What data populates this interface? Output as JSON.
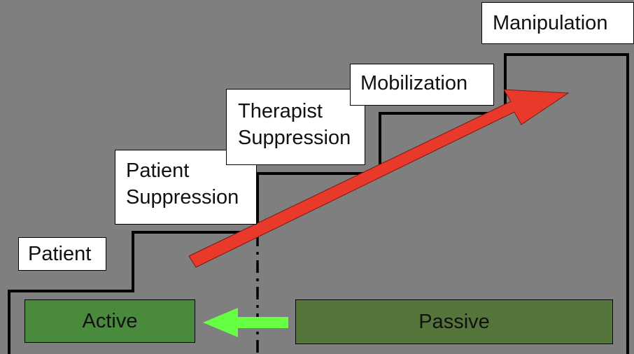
{
  "colors": {
    "background": "#7f7f7f",
    "label_fill": "#ffffff",
    "outline": "#000000",
    "active_fill": "#4a8a3c",
    "passive_fill": "#56753b",
    "progression_arrow": "#e8392b",
    "shift_arrow": "#66ff44"
  },
  "steps": [
    {
      "label": "Patient"
    },
    {
      "label_line1": "Patient",
      "label_line2": "Suppression"
    },
    {
      "label_line1": "Therapist",
      "label_line2": "Suppression"
    },
    {
      "label": "Mobilization"
    },
    {
      "label": "Manipulation"
    }
  ],
  "modes": {
    "active": "Active",
    "passive": "Passive"
  }
}
